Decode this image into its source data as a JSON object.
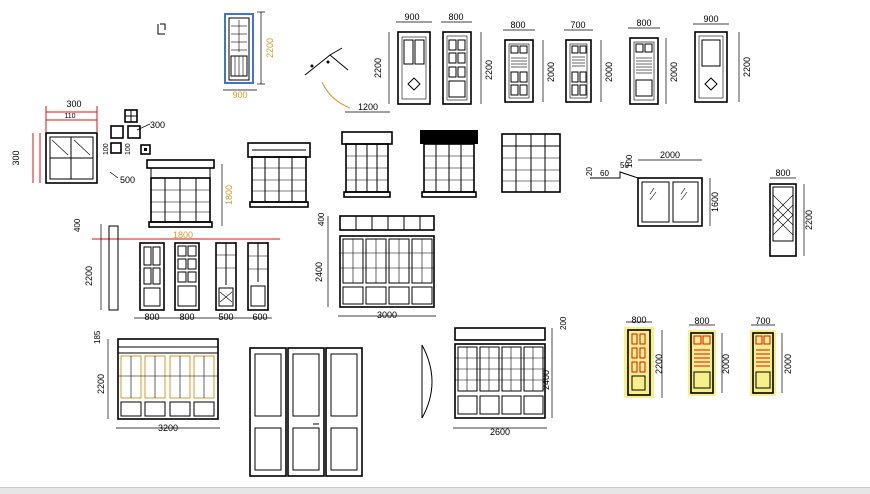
{
  "drawing": {
    "background": "#ffffff",
    "line_color": "#000000",
    "accent_red": "#e01010",
    "accent_yellow": "#f7f08a",
    "accent_blue": "#3a78c8",
    "accent_orange": "#d49a2a"
  },
  "labels": {
    "top_door_h": "2200",
    "top_door_w": "900",
    "d1_w": "900",
    "d1_h": "2200",
    "d2_w": "800",
    "d2_h": "2200",
    "d3_w": "800",
    "d3_h": "2000",
    "d4_w": "700",
    "d4_h": "2000",
    "d5_w": "800",
    "d5_h": "2000",
    "d6_w": "900",
    "d6_h": "2200",
    "win_grid_w": "300",
    "win_grid_sub": "110",
    "win_grid_h": "300",
    "sq_a": "300",
    "sq_b": "100",
    "sq_c": "100",
    "sq_d": "500",
    "bay_h": "1800",
    "bay_w": "1800",
    "top_mid_w": "1200",
    "slide_w": "2000",
    "slide_h": "1600",
    "slide_a": "20",
    "slide_b": "60",
    "slide_c": "50",
    "slide_d": "100",
    "lattice_w": "800",
    "lattice_h": "2200",
    "row_h": "2200",
    "row_top": "400",
    "row_w1": "800",
    "row_w2": "800",
    "row_w3": "500",
    "row_w4": "600",
    "big_w": "3000",
    "big_h": "2400",
    "big_top": "400",
    "gl_w": "3200",
    "gl_h": "2200",
    "gl_top": "185",
    "fr_w": "2600",
    "fr_h": "2400",
    "fr_top": "200",
    "y1_w": "800",
    "y1_h": "2200",
    "y2_w": "800",
    "y2_h": "2000",
    "y3_w": "700",
    "y3_h": "2000"
  }
}
